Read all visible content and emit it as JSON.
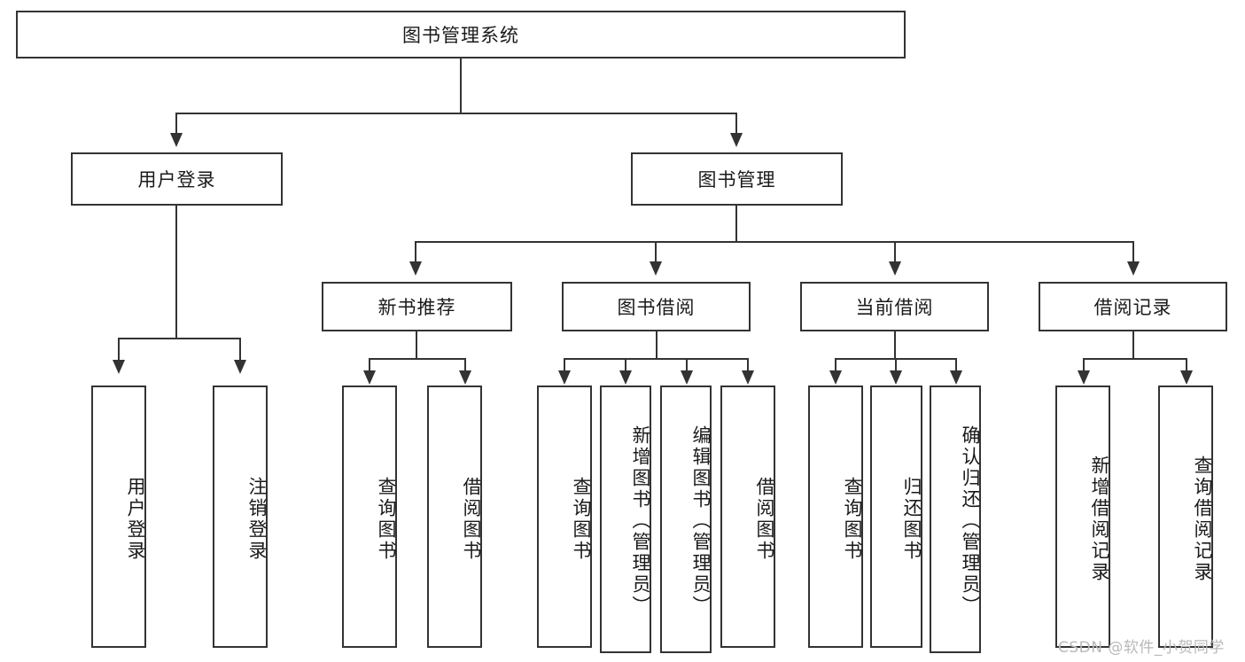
{
  "diagram": {
    "type": "tree",
    "title": "图书管理系统",
    "root": {
      "label": "图书管理系统"
    },
    "level2": [
      {
        "label": "用户登录"
      },
      {
        "label": "图书管理"
      }
    ],
    "level3": [
      {
        "label": "新书推荐"
      },
      {
        "label": "图书借阅"
      },
      {
        "label": "当前借阅"
      },
      {
        "label": "借阅记录"
      }
    ],
    "leaves": {
      "user_login": [
        {
          "label": "用户登录"
        },
        {
          "label": "注销登录"
        }
      ],
      "new_book_recommend": [
        {
          "label": "查询图书"
        },
        {
          "label": "借阅图书"
        }
      ],
      "book_borrow": [
        {
          "label": "查询图书"
        },
        {
          "label": "新增图书（管理员）"
        },
        {
          "label": "编辑图书（管理员）"
        },
        {
          "label": "借阅图书"
        }
      ],
      "current_borrow": [
        {
          "label": "查询图书"
        },
        {
          "label": "归还图书"
        },
        {
          "label": "确认归还（管理员）"
        }
      ],
      "borrow_record": [
        {
          "label": "新增借阅记录"
        },
        {
          "label": "查询借阅记录"
        }
      ]
    }
  },
  "watermark": {
    "text": "CSDN @软件_小贺同学"
  },
  "colors": {
    "stroke": "#333333",
    "background": "#ffffff",
    "text": "#1a1a1a",
    "watermark": "#b9b9b9"
  }
}
